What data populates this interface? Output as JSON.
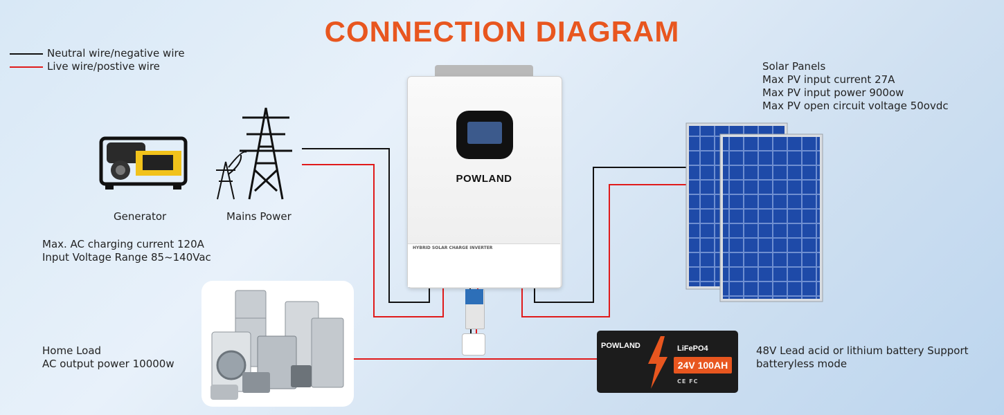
{
  "title": "CONNECTION DIAGRAM",
  "legend": {
    "neutral": {
      "label": "Neutral wire/negative wire",
      "color": "#111111"
    },
    "live": {
      "label": "Live wire/postive wire",
      "color": "#e01a1a"
    }
  },
  "generator": {
    "label": "Generator",
    "icon": "generator-icon"
  },
  "mains": {
    "label": "Mains Power",
    "icon": "power-tower-icon"
  },
  "ac_specs": {
    "line1": "Max. AC charging current 120A",
    "line2": "Input Voltage Range 85~140Vac"
  },
  "home_load": {
    "line1": "Home Load",
    "line2": "AC output power 10000w",
    "icon": "appliances-icon"
  },
  "inverter": {
    "brand": "POWLAND",
    "label": "HYBRID SOLAR CHARGE INVERTER",
    "icon": "inverter-icon"
  },
  "solar": {
    "line1": "Solar Panels",
    "line2": "Max PV input current 27A",
    "line3": "Max PV input power 900ow",
    "line4": "Max PV open circuit voltage 50ovdc",
    "icon": "solar-panel-icon"
  },
  "battery": {
    "brand": "POWLAND",
    "type": "LiFePO4",
    "capacity": "24V 100AH",
    "certs": "CE FC",
    "line1": "48V Lead acid or lithium battery Support",
    "line2": "batteryless mode",
    "icon": "battery-icon"
  },
  "colors": {
    "accent": "#e8561f",
    "live": "#e01a1a",
    "neutral": "#111111"
  }
}
